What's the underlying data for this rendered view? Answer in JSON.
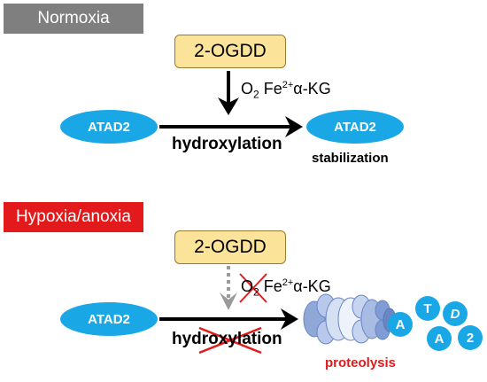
{
  "normoxia": {
    "label": "Normoxia",
    "enzyme": "2-OGDD",
    "cofactors": {
      "o2": "O",
      "o2_sub": "2",
      "fe": "Fe",
      "fe_sup": "2+",
      "akg": "α-KG"
    },
    "substrate": "ATAD2",
    "process": "hydroxylation",
    "product": "ATAD2",
    "outcome": "stabilization"
  },
  "hypoxia": {
    "label": "Hypoxia/anoxia",
    "enzyme": "2-OGDD",
    "cofactors": {
      "o2": "O",
      "o2_sub": "2",
      "fe": "Fe",
      "fe_sup": "2+",
      "akg": "α-KG"
    },
    "substrate": "ATAD2",
    "process": "hydroxylation",
    "outcome": "proteolysis",
    "fragments": [
      "A",
      "T",
      "D",
      "A",
      "2"
    ]
  },
  "colors": {
    "normoxia_label_bg": "#7f7f7f",
    "hypoxia_label_bg": "#e31a1c",
    "protein_blue": "#1aa7e6",
    "enzyme_fill": "#fbe39a",
    "cross_red": "#e31a1c",
    "proteolysis_text": "#e31a1c"
  }
}
